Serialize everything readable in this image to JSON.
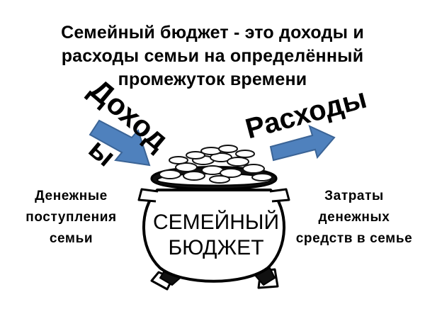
{
  "title": {
    "line1": "Семейный бюджет - это доходы и",
    "line2": "расходы семьи на определённый",
    "line3": "промежуток времени"
  },
  "income": {
    "word_main": "Доход",
    "word_tail": "ы",
    "label_lines": [
      "Денежные",
      "поступления",
      "семьи"
    ]
  },
  "expenses": {
    "word": "Расходы",
    "label_lines": [
      "Затраты",
      "денежных",
      "средств в семье"
    ]
  },
  "pot": {
    "line1": "СЕМЕЙНЫЙ",
    "line2": "БЮДЖЕТ"
  },
  "colors": {
    "arrow_fill": "#4f81bd",
    "arrow_stroke": "#3b6496",
    "text": "#000000"
  },
  "icons": [
    "income-arrow-icon",
    "expenses-arrow-icon",
    "money-pot-icon"
  ]
}
